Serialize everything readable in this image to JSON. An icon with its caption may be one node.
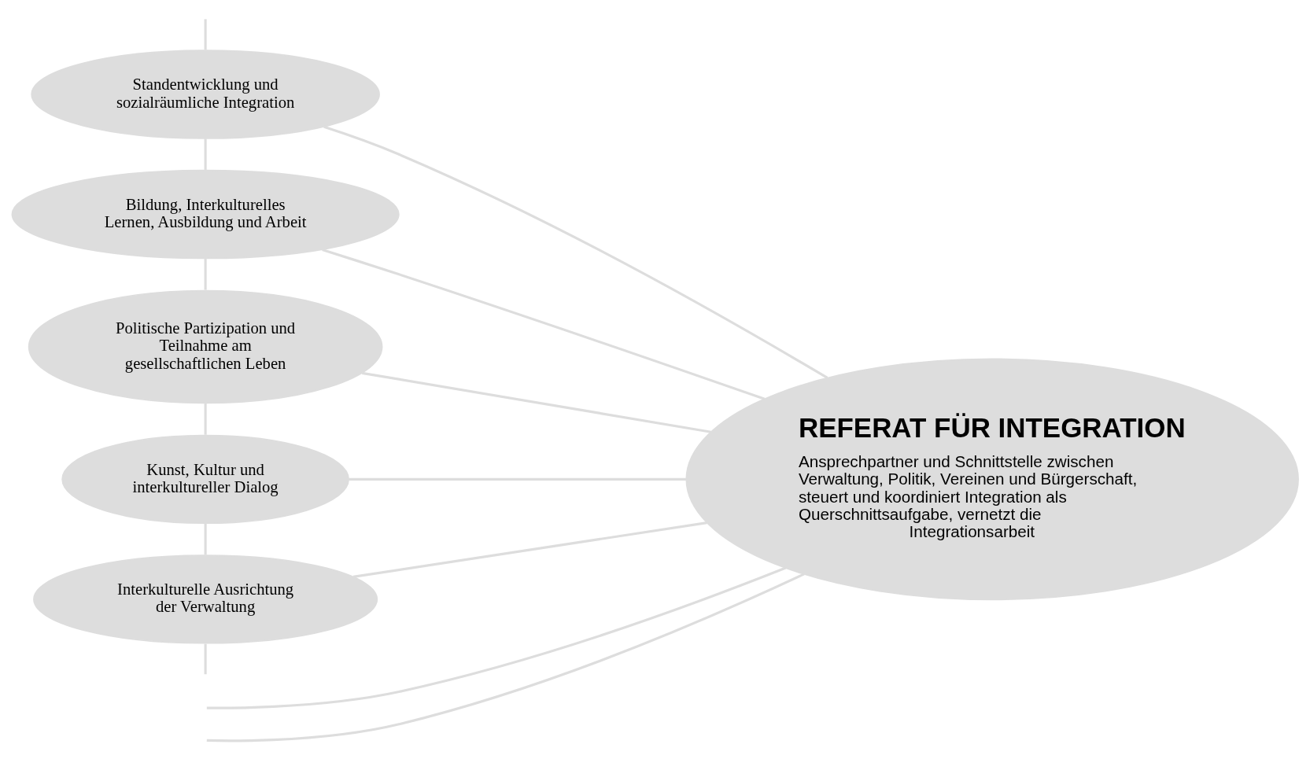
{
  "diagram": {
    "nodes": [
      {
        "text": [
          "REFERAT FÜR INTEGRATION",
          "Ansprechpartner und Schnittstelle zwischen Verwaltung, Politik, Vereinen und Bürgerschaft, steuert und koordiniert Integration als Querschnittsaufgabe, vernetzt die Integrationsarbeit"
        ]
      },
      {
        "text": [
          "Standentwicklung und sozialräumliche Integration"
        ]
      },
      {
        "text": [
          "Bildung, Interkulturelles Lernen, Ausbildung und Arbeit"
        ]
      },
      {
        "text": [
          "Politische Partizipation und Teilnahme am gesellschaftlichen Leben"
        ]
      },
      {
        "text": [
          "Kunst, Kultur und interkultureller Dialog"
        ]
      },
      {
        "text": [
          "Interkulturelle Ausrichtung der Verwaltung"
        ]
      }
    ],
    "edges": [
      {
        "from": null,
        "to": 1,
        "arrow": "none"
      },
      {
        "from": 1,
        "to": 2,
        "arrow": "none"
      },
      {
        "from": 2,
        "to": 3,
        "arrow": "none"
      },
      {
        "from": 3,
        "to": 4,
        "arrow": "none"
      },
      {
        "from": 4,
        "to": 5,
        "arrow": "none"
      },
      {
        "from": 5,
        "to": null,
        "arrow": "none"
      },
      {
        "from": null,
        "to": 0,
        "arrow": "none"
      },
      {
        "from": 1,
        "to": 0,
        "arrow": "none"
      },
      {
        "from": 2,
        "to": 0,
        "arrow": "none"
      },
      {
        "from": 3,
        "to": 0,
        "arrow": "none"
      },
      {
        "from": 4,
        "to": 0,
        "arrow": "none"
      },
      {
        "from": 5,
        "to": 0,
        "arrow": "none"
      },
      {
        "from": 0,
        "to": null,
        "arrow": "none"
      }
    ]
  }
}
